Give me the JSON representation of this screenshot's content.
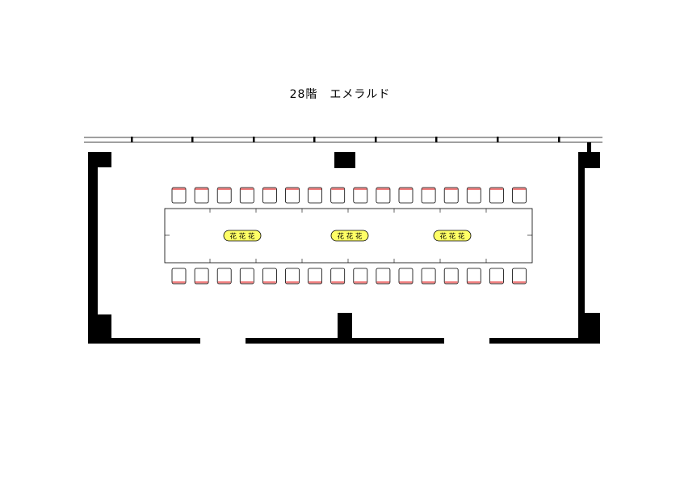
{
  "header": {
    "title": "28階　エメラルド"
  },
  "layout": {
    "chairs_per_side": 16,
    "flower_groups": 3
  },
  "flowers": {
    "groups": [
      "花 花 花",
      "花 花 花",
      "花 花 花"
    ]
  },
  "colors": {
    "chair_back": "#f08080",
    "flower_fill": "#ffff66",
    "walls": "#000000"
  }
}
